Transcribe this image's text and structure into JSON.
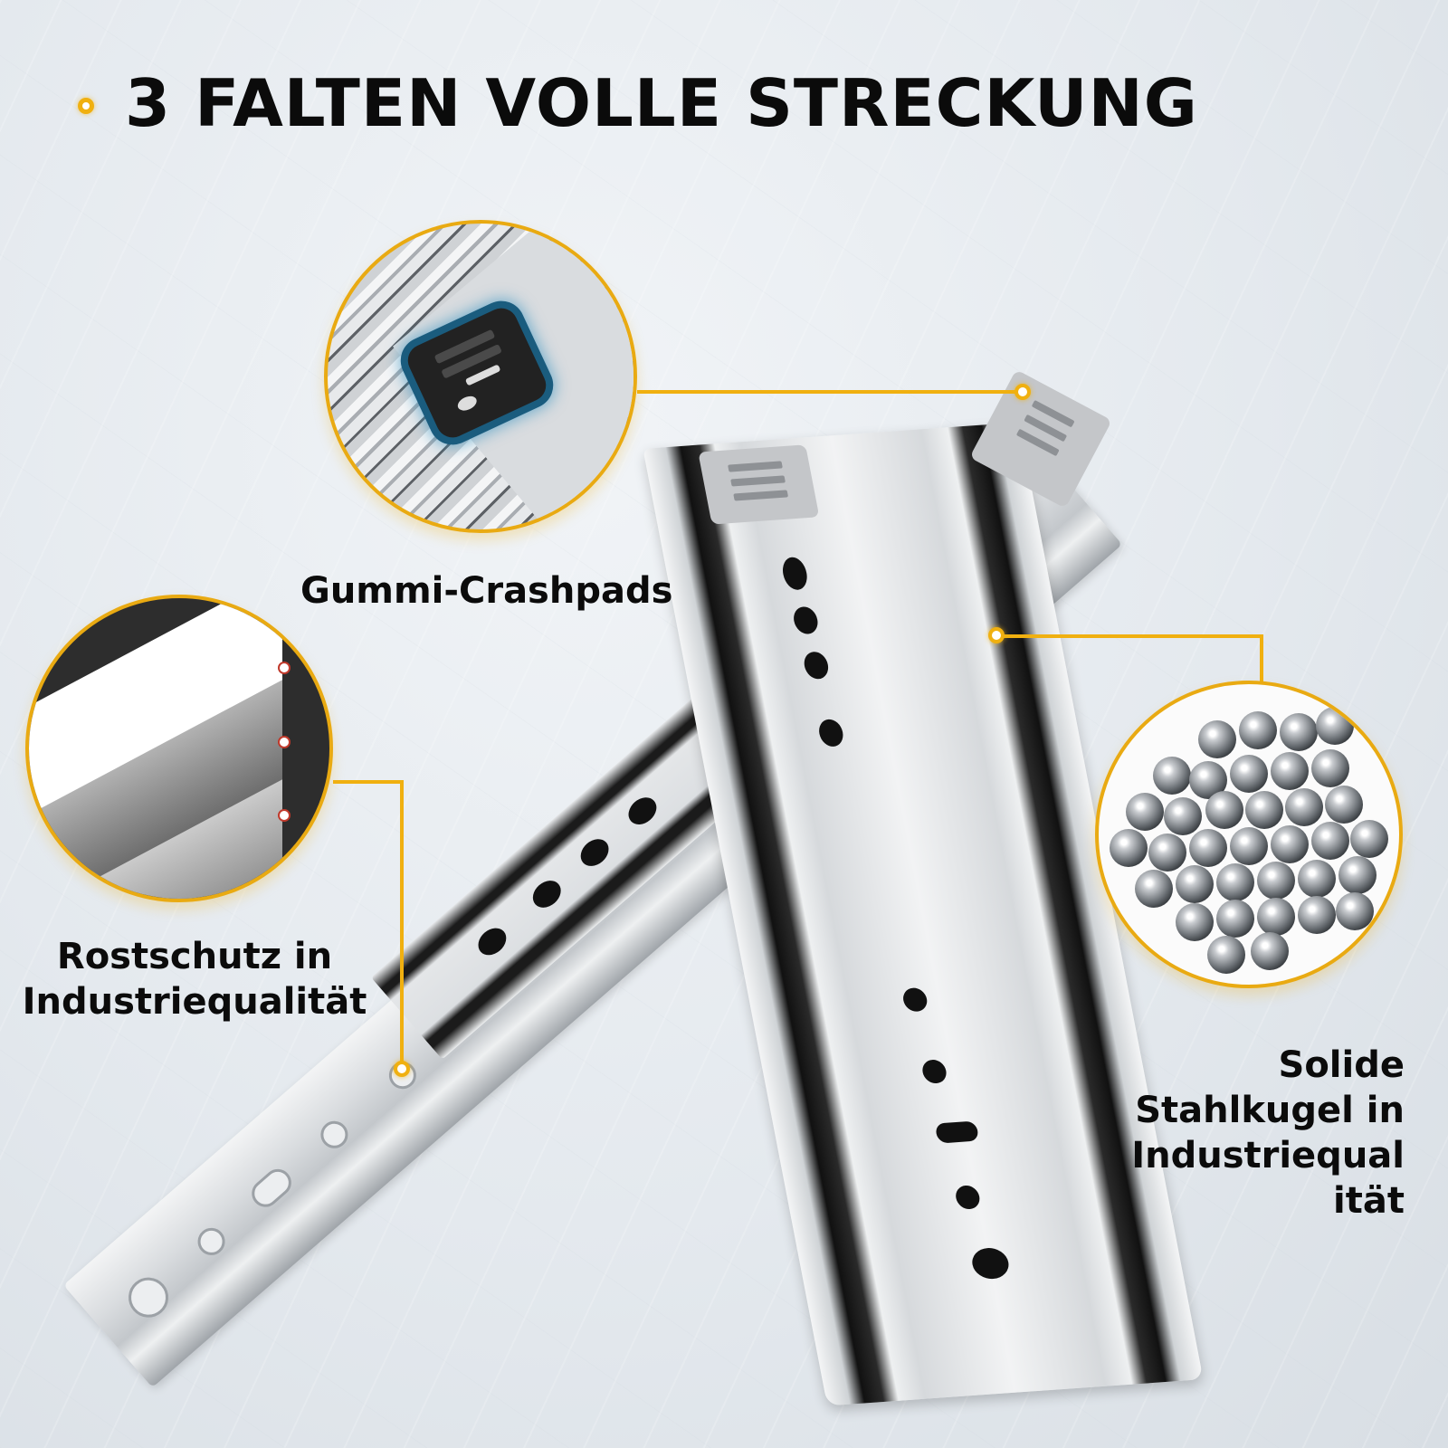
{
  "header": {
    "title": "3 FALTEN VOLLE STRECKUNG",
    "bullet_icon": "yellow-ring-bullet"
  },
  "callouts": [
    {
      "id": "crashpads",
      "label": "Gummi-Crashpads",
      "image": "black-rubber-crash-pad-closeup"
    },
    {
      "id": "rust",
      "label_line1": "Rostschutz in",
      "label_line2": "Industriequalität",
      "image": "layered-steel-plates-closeup"
    },
    {
      "id": "balls",
      "label_line1": "Solide",
      "label_line2": "Stahlkugel in",
      "label_line3": "Industriequal",
      "label_line4": "ität",
      "image": "steel-ball-bearings-closeup"
    }
  ],
  "colors": {
    "accent": "#f0b010",
    "text": "#0b0b0b",
    "background": "#e4e9ee"
  },
  "product": "drawer-slide-rail-full-extension"
}
